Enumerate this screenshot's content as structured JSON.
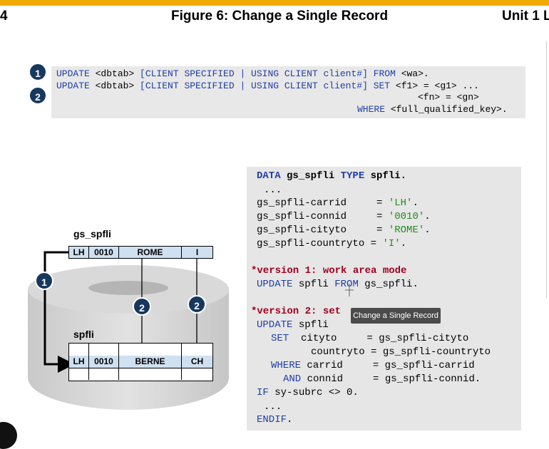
{
  "header": {
    "page_number": "4",
    "figure_title": "Figure 6: Change a Single Record",
    "unit_label": "Unit 1 L"
  },
  "syntax": {
    "badge_1": "1",
    "badge_2": "2",
    "line1": {
      "kw1": "UPDATE",
      "t1": " <dbtab> ",
      "kw2": "[CLIENT SPECIFIED | USING CLIENT client#]",
      "t2": " ",
      "kw3": "FROM",
      "t3": " <wa>."
    },
    "line2": {
      "kw1": "UPDATE",
      "t1": " <dbtab> ",
      "kw2": "[CLIENT SPECIFIED | USING CLIENT client#]",
      "t2": " ",
      "kw3": "SET",
      "t3": " <f1> = <g1> ..."
    },
    "line3": "<fn> = <gn>",
    "line4": {
      "kw": "WHERE",
      "t": " <full_qualified_key>."
    }
  },
  "code": {
    "data_kw": "DATA",
    "data_var": " gs_spfli ",
    "type_kw": "TYPE",
    "data_end": " spfli.",
    "dots": "...",
    "assign1": "gs_spfli-carrid     = ",
    "val1": "'LH'",
    "assign2": "gs_spfli-connid     = ",
    "val2": "'0010'",
    "assign3": "gs_spfli-cityto     = ",
    "val3": "'ROME'",
    "assign4": "gs_spfli-countryto = ",
    "val4": "'I'",
    "dot": ".",
    "comment1": "*version 1: work area mode",
    "upd1_kw": "UPDATE",
    "upd1_mid": " spfli ",
    "from_kw": "FROM",
    "upd1_end": " gs_spfli.",
    "comment2": "*version 2: set",
    "upd2_kw": "UPDATE",
    "upd2_end": " spfli",
    "set_kw": "SET",
    "set_line": "  cityto     = gs_spfli-cityto",
    "set_line2": "countryto = gs_spfli-countryto",
    "where_kw": "WHERE",
    "where_line": " carrid     = gs_spfli-carrid",
    "and_kw": "AND",
    "and_line": " connid     = gs_spfli-connid.",
    "if_kw": "IF",
    "if_line": " sy-subrc <> 0.",
    "dots2": "...",
    "endif_kw": "ENDIF",
    "endif_end": "."
  },
  "tooltip": "Change a Single Record",
  "diagram": {
    "wa_label": "gs_spfli",
    "wa_cells": [
      "LH",
      "0010",
      "ROME",
      "I"
    ],
    "db_label": "spfli",
    "table_row": [
      "LH",
      "0010",
      "BERNE",
      "CH"
    ],
    "badge_1": "1",
    "badge_2a": "2",
    "badge_2b": "2"
  },
  "colors": {
    "accent_bar": "#f0ab00",
    "keyword_blue": "#1f3ea8",
    "comment_red": "#a0001e",
    "string_green": "#1e8c1e",
    "badge_navy": "#16375e",
    "highlight_row": "#cfe0f1"
  }
}
